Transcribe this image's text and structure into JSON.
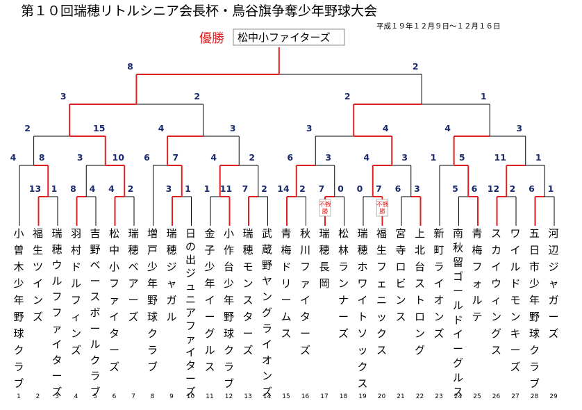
{
  "title": "第１０回瑞穂リトルシニア会長杯・鳥谷旗争奪少年野球大会",
  "date": "平成１９年１２月９日～１２月１６日",
  "winner_label": "優勝",
  "champion": "松中小ファイターズ",
  "forfeit_label": "不戦勝",
  "colors": {
    "win_line": "#e02020",
    "line": "#000000",
    "score": "#1a2a6e"
  },
  "teams": [
    {
      "seed": "1",
      "name": "小曽木少年野球クラブ"
    },
    {
      "seed": "2",
      "name": "福生ツインズ"
    },
    {
      "seed": "3",
      "name": "瑞穂ウルフファイターズ"
    },
    {
      "seed": "4",
      "name": "羽村ドルフィンズ"
    },
    {
      "seed": "5",
      "name": "吉野ベースボールクラブ"
    },
    {
      "seed": "6",
      "name": "松中小ファイターズ"
    },
    {
      "seed": "7",
      "name": "瑞穂ベアーズ"
    },
    {
      "seed": "8",
      "name": "増戸少年野球クラブ"
    },
    {
      "seed": "9",
      "name": "瑞穂ジャガル"
    },
    {
      "seed": "10",
      "name": "日の出ジュニアファイターズ"
    },
    {
      "seed": "11",
      "name": "金子少年イーグルス"
    },
    {
      "seed": "12",
      "name": "小作台少年野球クラブ"
    },
    {
      "seed": "13",
      "name": "瑞穂モンスターズ"
    },
    {
      "seed": "14",
      "name": "武蔵野ヤングライオンズ"
    },
    {
      "seed": "15",
      "name": "青梅ドリームス"
    },
    {
      "seed": "16",
      "name": "秋川ファイターズ"
    },
    {
      "seed": "17",
      "name": "瑞穂長岡"
    },
    {
      "seed": "18",
      "name": "松林ランナーズ"
    },
    {
      "seed": "19",
      "name": "瑞穂ホワイトソックス"
    },
    {
      "seed": "20",
      "name": "福生フェニックス"
    },
    {
      "seed": "21",
      "name": "宮寺ロビンス"
    },
    {
      "seed": "22",
      "name": "上北台ストロング"
    },
    {
      "seed": "23",
      "name": "新町ライオンズ"
    },
    {
      "seed": "24",
      "name": "南秋留ゴールドイーグルス"
    },
    {
      "seed": "25",
      "name": "青梅フォルテ"
    },
    {
      "seed": "26",
      "name": "スカイウィングス"
    },
    {
      "seed": "27",
      "name": "ワイルドモンキーズ"
    },
    {
      "seed": "28",
      "name": "五日市少年野球クラブ"
    },
    {
      "seed": "29",
      "name": "河辺ジャガーズ"
    }
  ],
  "scores": {
    "r1": [
      "13",
      "1",
      "8",
      "4",
      "4",
      "2",
      "3",
      "1",
      "1",
      "11",
      "7",
      "2",
      "14",
      "2",
      "7",
      "0",
      "0",
      "7",
      "6",
      "3",
      "5",
      "6",
      "12",
      "2",
      "6",
      "1"
    ],
    "r2": [
      "4",
      "8",
      "3",
      "10",
      "6",
      "7",
      "4",
      "2",
      "6",
      "3",
      "4",
      "3",
      "1",
      "5",
      "11",
      "1"
    ],
    "qf": [
      "2",
      "15",
      "4",
      "3",
      "3",
      "4",
      "4",
      "3"
    ],
    "sf": [
      "3",
      "2",
      "2",
      "1"
    ],
    "final": [
      "8",
      "2"
    ]
  }
}
